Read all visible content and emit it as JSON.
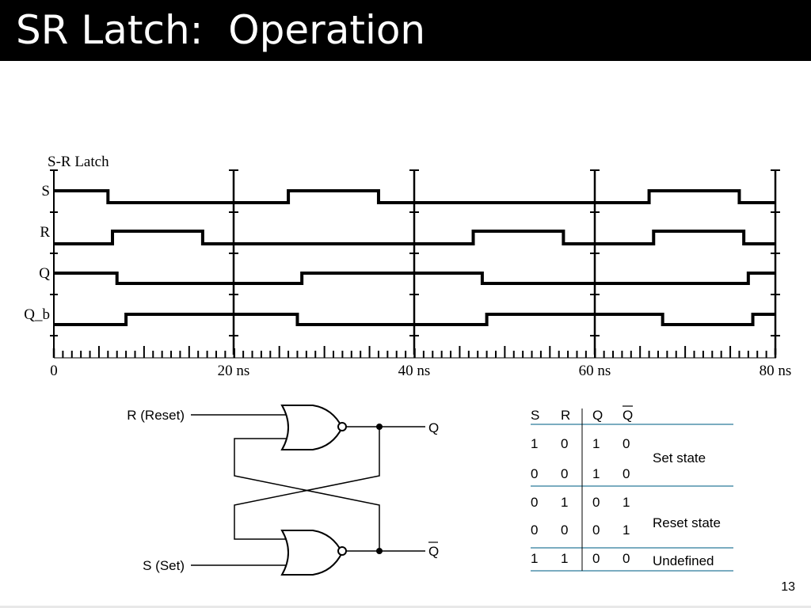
{
  "slide": {
    "title": "SR Latch:  Operation",
    "page_number": "13"
  },
  "timing": {
    "title": "S-R Latch",
    "signals": [
      {
        "name": "S",
        "start_level": 1,
        "transitions": [
          6,
          26,
          36,
          66,
          76
        ]
      },
      {
        "name": "R",
        "start_level": 0,
        "transitions": [
          6.5,
          16.5,
          46.5,
          56.5,
          66.5,
          76.5
        ]
      },
      {
        "name": "Q",
        "start_level": 1,
        "transitions": [
          7,
          27.5,
          47.5,
          77
        ]
      },
      {
        "name": "Q_b",
        "start_level": 0,
        "transitions": [
          8,
          27,
          48,
          67.5,
          77.5
        ]
      }
    ],
    "time_range": [
      0,
      80
    ],
    "tick_labels": [
      "0",
      "20 ns",
      "40 ns",
      "60 ns",
      "80 ns"
    ]
  },
  "circuit": {
    "input_reset": "R (Reset)",
    "input_set": "S (Set)",
    "output_q": "Q",
    "output_qbar": "Q"
  },
  "truth_table": {
    "headers": [
      "S",
      "R",
      "Q",
      "Q"
    ],
    "rows": [
      [
        "1",
        "0",
        "1",
        "0"
      ],
      [
        "0",
        "0",
        "1",
        "0"
      ],
      [
        "0",
        "1",
        "0",
        "1"
      ],
      [
        "0",
        "0",
        "0",
        "1"
      ],
      [
        "1",
        "1",
        "0",
        "0"
      ]
    ],
    "states": [
      "Set state",
      "Reset state",
      "Undefined"
    ]
  }
}
